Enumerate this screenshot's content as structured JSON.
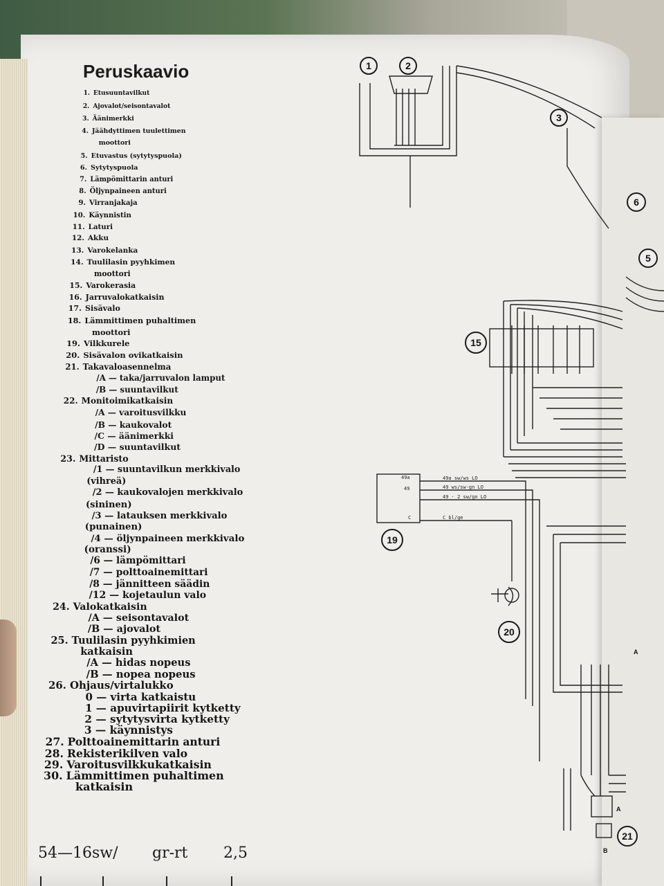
{
  "page": {
    "title": "Peruskaavio"
  },
  "legend": [
    {
      "num": "1.",
      "text": "Etusuuntavilkut"
    },
    {
      "num": "2.",
      "text": "Ajovalot/seisontavalot"
    },
    {
      "num": "3.",
      "text": "Äänimerkki"
    },
    {
      "num": "4.",
      "text": "Jäähdyttimen tuulettimen"
    },
    {
      "num": "",
      "text": "moottori"
    },
    {
      "num": "5.",
      "text": "Etuvastus (sytytyspuola)"
    },
    {
      "num": "6.",
      "text": "Sytytyspuola"
    },
    {
      "num": "7.",
      "text": "Lämpömittarin anturi"
    },
    {
      "num": "8.",
      "text": "Öljynpaineen anturi"
    },
    {
      "num": "9.",
      "text": "Virranjakaja"
    },
    {
      "num": "10.",
      "text": "Käynnistin"
    },
    {
      "num": "11.",
      "text": "Laturi"
    },
    {
      "num": "12.",
      "text": "Akku"
    },
    {
      "num": "13.",
      "text": "Varokelanka"
    },
    {
      "num": "14.",
      "text": "Tuulilasin pyyhkimen"
    },
    {
      "num": "",
      "text": "moottori"
    },
    {
      "num": "15.",
      "text": "Varokerasia"
    },
    {
      "num": "16.",
      "text": "Jarruvalokatkaisin"
    },
    {
      "num": "17.",
      "text": "Sisävalo"
    },
    {
      "num": "18.",
      "text": "Lämmittimen puhaltimen"
    },
    {
      "num": "",
      "text": "moottori"
    },
    {
      "num": "19.",
      "text": "Vilkkurele"
    },
    {
      "num": "20.",
      "text": "Sisävalon ovikatkaisin"
    },
    {
      "num": "21.",
      "text": "Takavaloasennelma"
    },
    {
      "num": "",
      "text": "/A — taka/jarruvalon lamput"
    },
    {
      "num": "",
      "text": "/B — suuntavilkut"
    },
    {
      "num": "22.",
      "text": "Monitoimikatkaisin"
    },
    {
      "num": "",
      "text": "/A — varoitusvilkku"
    },
    {
      "num": "",
      "text": "/B — kaukovalot"
    },
    {
      "num": "",
      "text": "/C — äänimerkki"
    },
    {
      "num": "",
      "text": "/D — suuntavilkut"
    },
    {
      "num": "23.",
      "text": "Mittaristo"
    },
    {
      "num": "",
      "text": "/1 — suuntavilkun merkkivalo"
    },
    {
      "num": "",
      "text": "(vihreä)"
    },
    {
      "num": "",
      "text": "/2 — kaukovalojen merkkivalo"
    },
    {
      "num": "",
      "text": "(sininen)"
    },
    {
      "num": "",
      "text": "/3 — latauksen merkkivalo"
    },
    {
      "num": "",
      "text": "(punainen)"
    },
    {
      "num": "",
      "text": "/4 — öljynpaineen merkkivalo"
    },
    {
      "num": "",
      "text": "(oranssi)"
    },
    {
      "num": "",
      "text": "/6 — lämpömittari"
    },
    {
      "num": "",
      "text": "/7 — polttoainemittari"
    },
    {
      "num": "",
      "text": "/8 — jännitteen säädin"
    },
    {
      "num": "",
      "text": "/12 — kojetaulun valo"
    },
    {
      "num": "24.",
      "text": "Valokatkaisin"
    },
    {
      "num": "",
      "text": "/A — seisontavalot"
    },
    {
      "num": "",
      "text": "/B — ajovalot"
    },
    {
      "num": "25.",
      "text": "Tuulilasin pyyhkimien"
    },
    {
      "num": "",
      "text": "katkaisin"
    },
    {
      "num": "",
      "text": "/A — hidas nopeus"
    },
    {
      "num": "",
      "text": "/B — nopea nopeus"
    },
    {
      "num": "26.",
      "text": "Ohjaus/virtalukko"
    },
    {
      "num": "",
      "text": "0 — virta katkaistu"
    },
    {
      "num": "",
      "text": "1 — apuvirtapiirit kytketty"
    },
    {
      "num": "",
      "text": "2 — sytytysvirta kytketty"
    },
    {
      "num": "",
      "text": "3 — käynnistys"
    },
    {
      "num": "27.",
      "text": "Polttoainemittarin anturi"
    },
    {
      "num": "28.",
      "text": "Rekisterikilven valo"
    },
    {
      "num": "29.",
      "text": "Varoitusvilkkukatkaisin"
    },
    {
      "num": "30.",
      "text": "Lämmittimen puhaltimen"
    },
    {
      "num": "",
      "text": "katkaisin"
    }
  ],
  "diagram": {
    "components": [
      "1",
      "2",
      "3",
      "6",
      "5",
      "15",
      "19",
      "20",
      "21"
    ],
    "wire_labels": {
      "w1": "49a sw/ws LO",
      "w2": "49 ws/sw-gn LO",
      "w3": "49 · 2 sw/gn LO",
      "w4": "C bl/ge",
      "r1": "49a",
      "r2": "49",
      "r3": "C",
      "a": "A",
      "b": "B",
      "a2": "A"
    }
  },
  "footer": {
    "c1": "54—16",
    "c2": "sw/",
    "c3": "gr-rt",
    "c4": "2,5"
  }
}
